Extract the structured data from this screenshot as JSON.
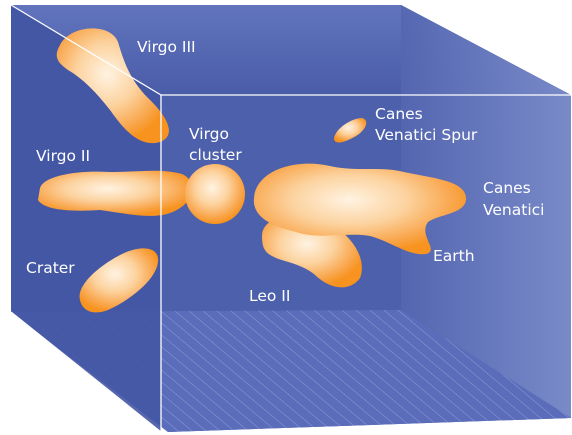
{
  "diagram": {
    "labels": {
      "virgo_iii": "Virgo III",
      "virgo_ii": "Virgo II",
      "virgo_cluster": [
        "Virgo",
        "cluster"
      ],
      "crater": "Crater",
      "canes_venatici_spur": [
        "Canes",
        "Venatici Spur"
      ],
      "canes_venatici": [
        "Canes",
        "Venatici"
      ],
      "earth": "Earth",
      "leo_ii": "Leo II"
    },
    "colors": {
      "box_face": "#4a5ea9",
      "box_deep": "#3d4f9e",
      "box_light": "#7486c8",
      "edge": "#ffffff",
      "cloud_outer": "#f7931e",
      "cloud_inner": "#fde2c0"
    }
  }
}
